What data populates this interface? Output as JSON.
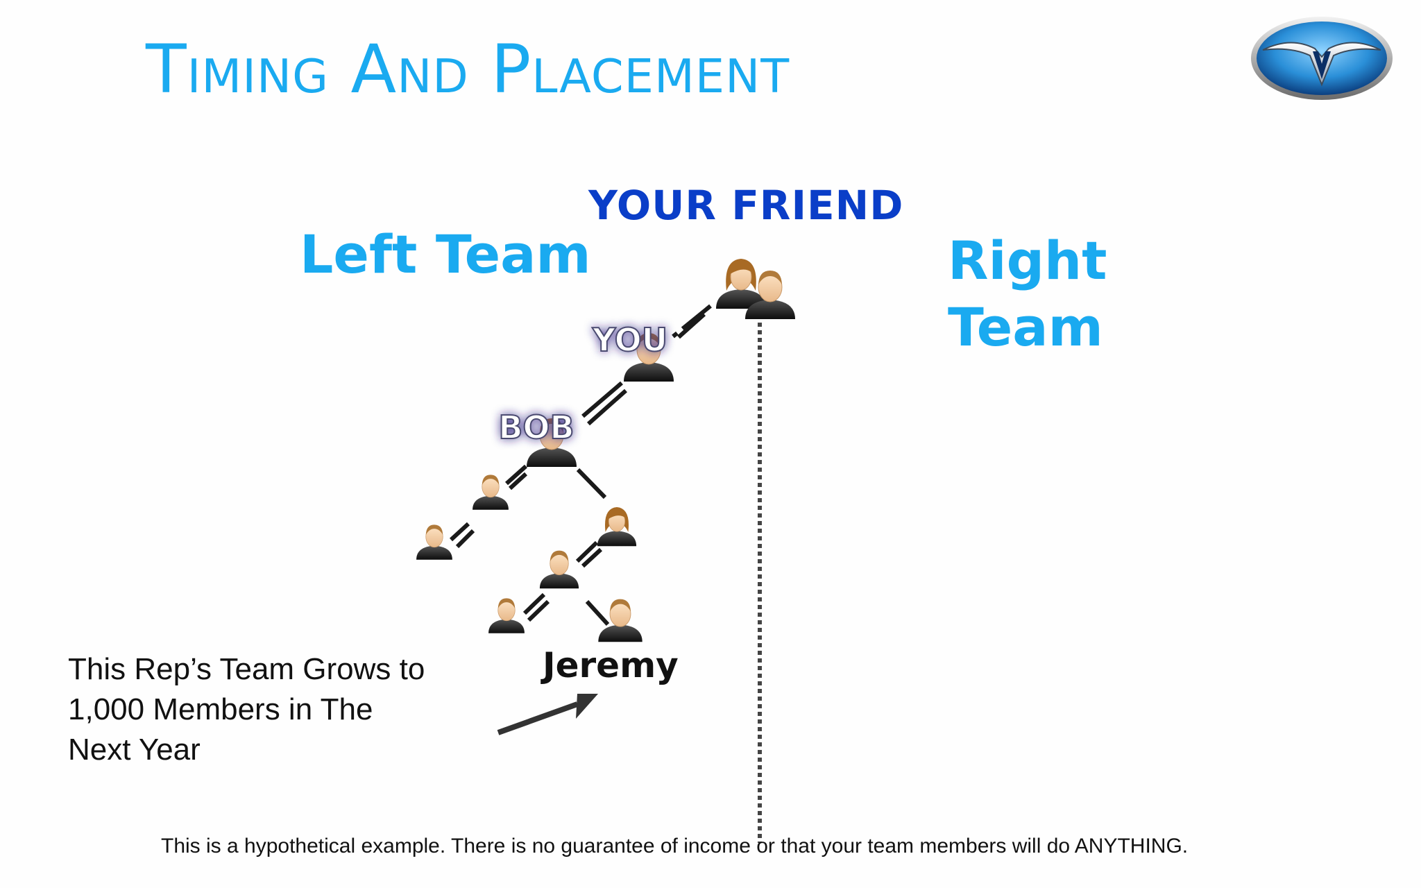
{
  "slide": {
    "title": "Timing And Placement",
    "logo_icon": "winged-v-logo",
    "colors": {
      "title": "#1aaaf0",
      "your_friend": "#0a3ec8",
      "team_labels": "#1aaaf0",
      "body_text": "#111111"
    }
  },
  "diagram": {
    "top_label": "YOUR FRIEND",
    "left_team_label": "Left Team",
    "right_team_label": "Right Team",
    "you_label": "YOU",
    "bob_label": "BOB",
    "jeremy_label": "Jeremy",
    "member_icon": "person-icon",
    "pair_icon": "couple-icon"
  },
  "note": {
    "growth_text": "This Rep’s Team Grows to 1,000 Members in The Next Year",
    "disclaimer": "This is a hypothetical example.  There is no guarantee of income or that your team members will do ANYTHING."
  }
}
